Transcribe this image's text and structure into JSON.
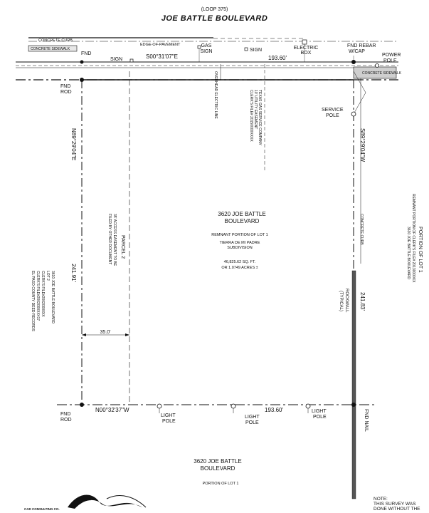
{
  "header": {
    "loop": "(LOOP 375)",
    "street": "JOE BATTLE BOULEVARD"
  },
  "top_labels": {
    "concrete_curb": "CONCRETE CURB",
    "edge_of_pavement": "EDGE-OF-PAVEMENT",
    "concrete_sidewalk_left": "CONCRETE SIDEWALK",
    "concrete_sidewalk_right": "CONCRETE SIDEWALK",
    "gas_sign_1": "GAS",
    "gas_sign_2": "SIGN",
    "sign_right": "SIGN",
    "sign_left": "SIGN",
    "electric_box_1": "ELECTRIC",
    "electric_box_2": "BOX",
    "fnd_rebar_1": "FND REBAR",
    "fnd_rebar_2": "W/CAP",
    "power_pole_1": "POWER",
    "power_pole_2": "POLE",
    "service_pole_1": "SERVICE",
    "service_pole_2": "POLE",
    "overhead_electric": "OVERHEAD ELECTRIC LINE",
    "texas_gas_1": "TEXAS GAS SERVICE COMPANY",
    "texas_gas_2": "10' UTILITY EASEMENT",
    "texas_gas_3": "CLERK'S FILE# 20150000XXXX"
  },
  "corners": {
    "nw_1": "FND",
    "nw_2": "ROD",
    "nw_top": "FND",
    "sw_1": "FND",
    "sw_2": "ROD",
    "se": "FND NAIL"
  },
  "bearings": {
    "north": "S00°31'07\"E",
    "north_dist": "193.60'",
    "south": "N00°32'37\"W",
    "south_dist": "193.60'",
    "west": "N89°29'04\"E",
    "west_dist": "241.91'",
    "east": "S89°29'04\"W",
    "east_dist": "241.83'",
    "easement_width": "35.0'"
  },
  "parcel": {
    "address_1": "3620 JOE BATTLE",
    "address_2": "BOULEVARD",
    "remnant": "REMNANT PORTION OF LOT 1",
    "subdivision_1": "TIERRA DE MI PADRE",
    "subdivision_2": "SUBDIVISION",
    "area_1": "46,825.62 SQ. FT.",
    "area_2": "OR 1.0749 ACRES ±"
  },
  "parcel2": {
    "title": "PARCEL 2",
    "easement_1": "35' ACCESS EASEMENT TO BE",
    "easement_2": "FILED BY OTHER DOCUMENT"
  },
  "west_adjoiner": {
    "line1": "3610 JOE BATTLE BOULEVARD",
    "line2": "LOT 2",
    "line3": "CLERK'S FILE#20020000XX",
    "line4": "CLERK'S FILE#2002000XX417",
    "line5": "EL PASO COUNTY DEED RECORDS"
  },
  "east_adjoiner": {
    "line1": "PORTION OF LOT 1",
    "line2": "REMNANT PORTION OF CLERK'S FILE# 20130000XX",
    "line3": "3630 JOE BATTLE BOULEVARD"
  },
  "east_features": {
    "concrete_curb": "CONCRETE CURB",
    "rockwall_1": "ROCKWALL",
    "rockwall_2": "(TYPICAL)"
  },
  "light_poles": {
    "label_1": "LIGHT",
    "label_2": "POLE"
  },
  "south_parcel": {
    "address_1": "3620 JOE BATTLE",
    "address_2": "BOULEVARD",
    "portion": "PORTION OF LOT 1"
  },
  "footer": {
    "company": "CAD CONSULTING CO.",
    "note_1": "NOTE:",
    "note_2": "THIS SURVEY WAS",
    "note_3": "DONE WITHOUT THE"
  }
}
